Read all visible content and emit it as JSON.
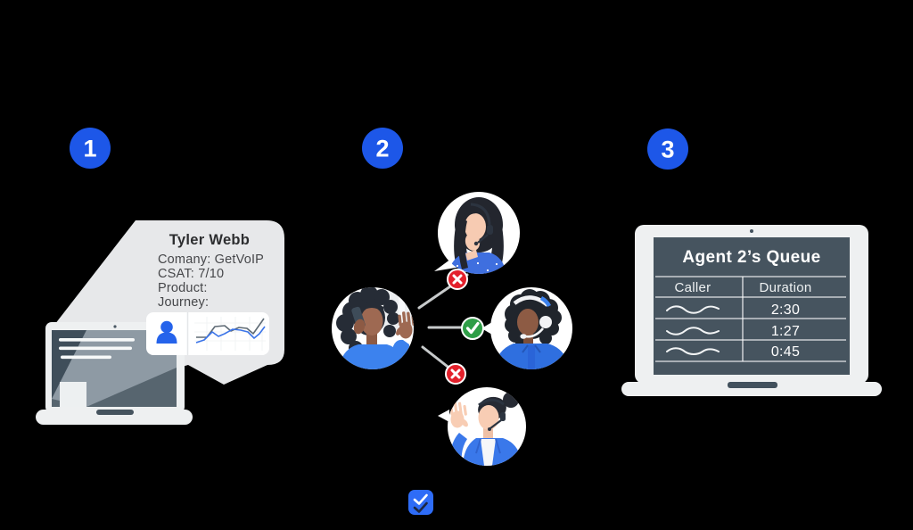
{
  "steps": [
    "1",
    "2",
    "3"
  ],
  "customer_card": {
    "name": "Tyler Webb",
    "lines": [
      "Comany: GetVoIP",
      "CSAT: 7/10",
      "Product:",
      "Journey:"
    ]
  },
  "sparkline": {
    "gray": [
      [
        220,
        378
      ],
      [
        232,
        378
      ],
      [
        241,
        366
      ],
      [
        252,
        365
      ],
      [
        259,
        371
      ],
      [
        268,
        367
      ],
      [
        277,
        368
      ],
      [
        284,
        374
      ],
      [
        296,
        357
      ]
    ],
    "blue": [
      [
        220,
        384
      ],
      [
        229,
        381
      ],
      [
        238,
        372
      ],
      [
        245,
        377
      ],
      [
        252,
        374
      ],
      [
        261,
        369
      ],
      [
        270,
        370
      ],
      [
        278,
        372
      ],
      [
        285,
        379
      ],
      [
        291,
        374
      ],
      [
        297,
        366
      ]
    ]
  },
  "routing": {
    "result_labels": {
      "rejected": "x",
      "accepted": "check"
    },
    "statuses": [
      "rejected",
      "accepted",
      "rejected"
    ]
  },
  "queue": {
    "title": "Agent 2’s Queue",
    "columns": [
      "Caller",
      "Duration"
    ],
    "rows": [
      {
        "caller": "squiggle",
        "duration": "2:30"
      },
      {
        "caller": "squiggle",
        "duration": "1:27"
      },
      {
        "caller": "squiggle",
        "duration": "0:45"
      }
    ]
  },
  "colors": {
    "background": "#000000",
    "step_badge_blue": "#1D57E8",
    "double_check_blue": "#2E6CF7",
    "success_green": "#2F9E47",
    "error_red": "#E3202B",
    "screen_slate": "#46545F",
    "card_gray": "#E7E8EA",
    "laptop_gray": "#EEF0F1",
    "person_icon_blue": "#2563EB"
  }
}
